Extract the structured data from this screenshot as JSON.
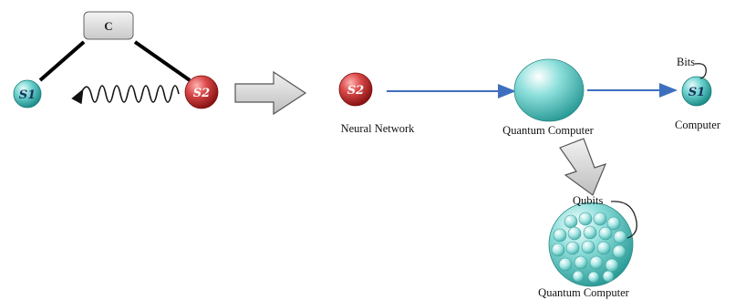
{
  "diagram": {
    "left": {
      "c_label": "C",
      "s1_label": "S1",
      "s2_label": "S2"
    },
    "pipeline": {
      "s2_label": "S2",
      "neural_network_label": "Neural Network",
      "quantum_computer_label": "Quantum Computer",
      "s1_label": "S1",
      "bits_label": "Bits",
      "computer_label": "Computer"
    },
    "bottom": {
      "qubits_label": "Qubits",
      "quantum_computer_label": "Quantum Computer"
    }
  }
}
